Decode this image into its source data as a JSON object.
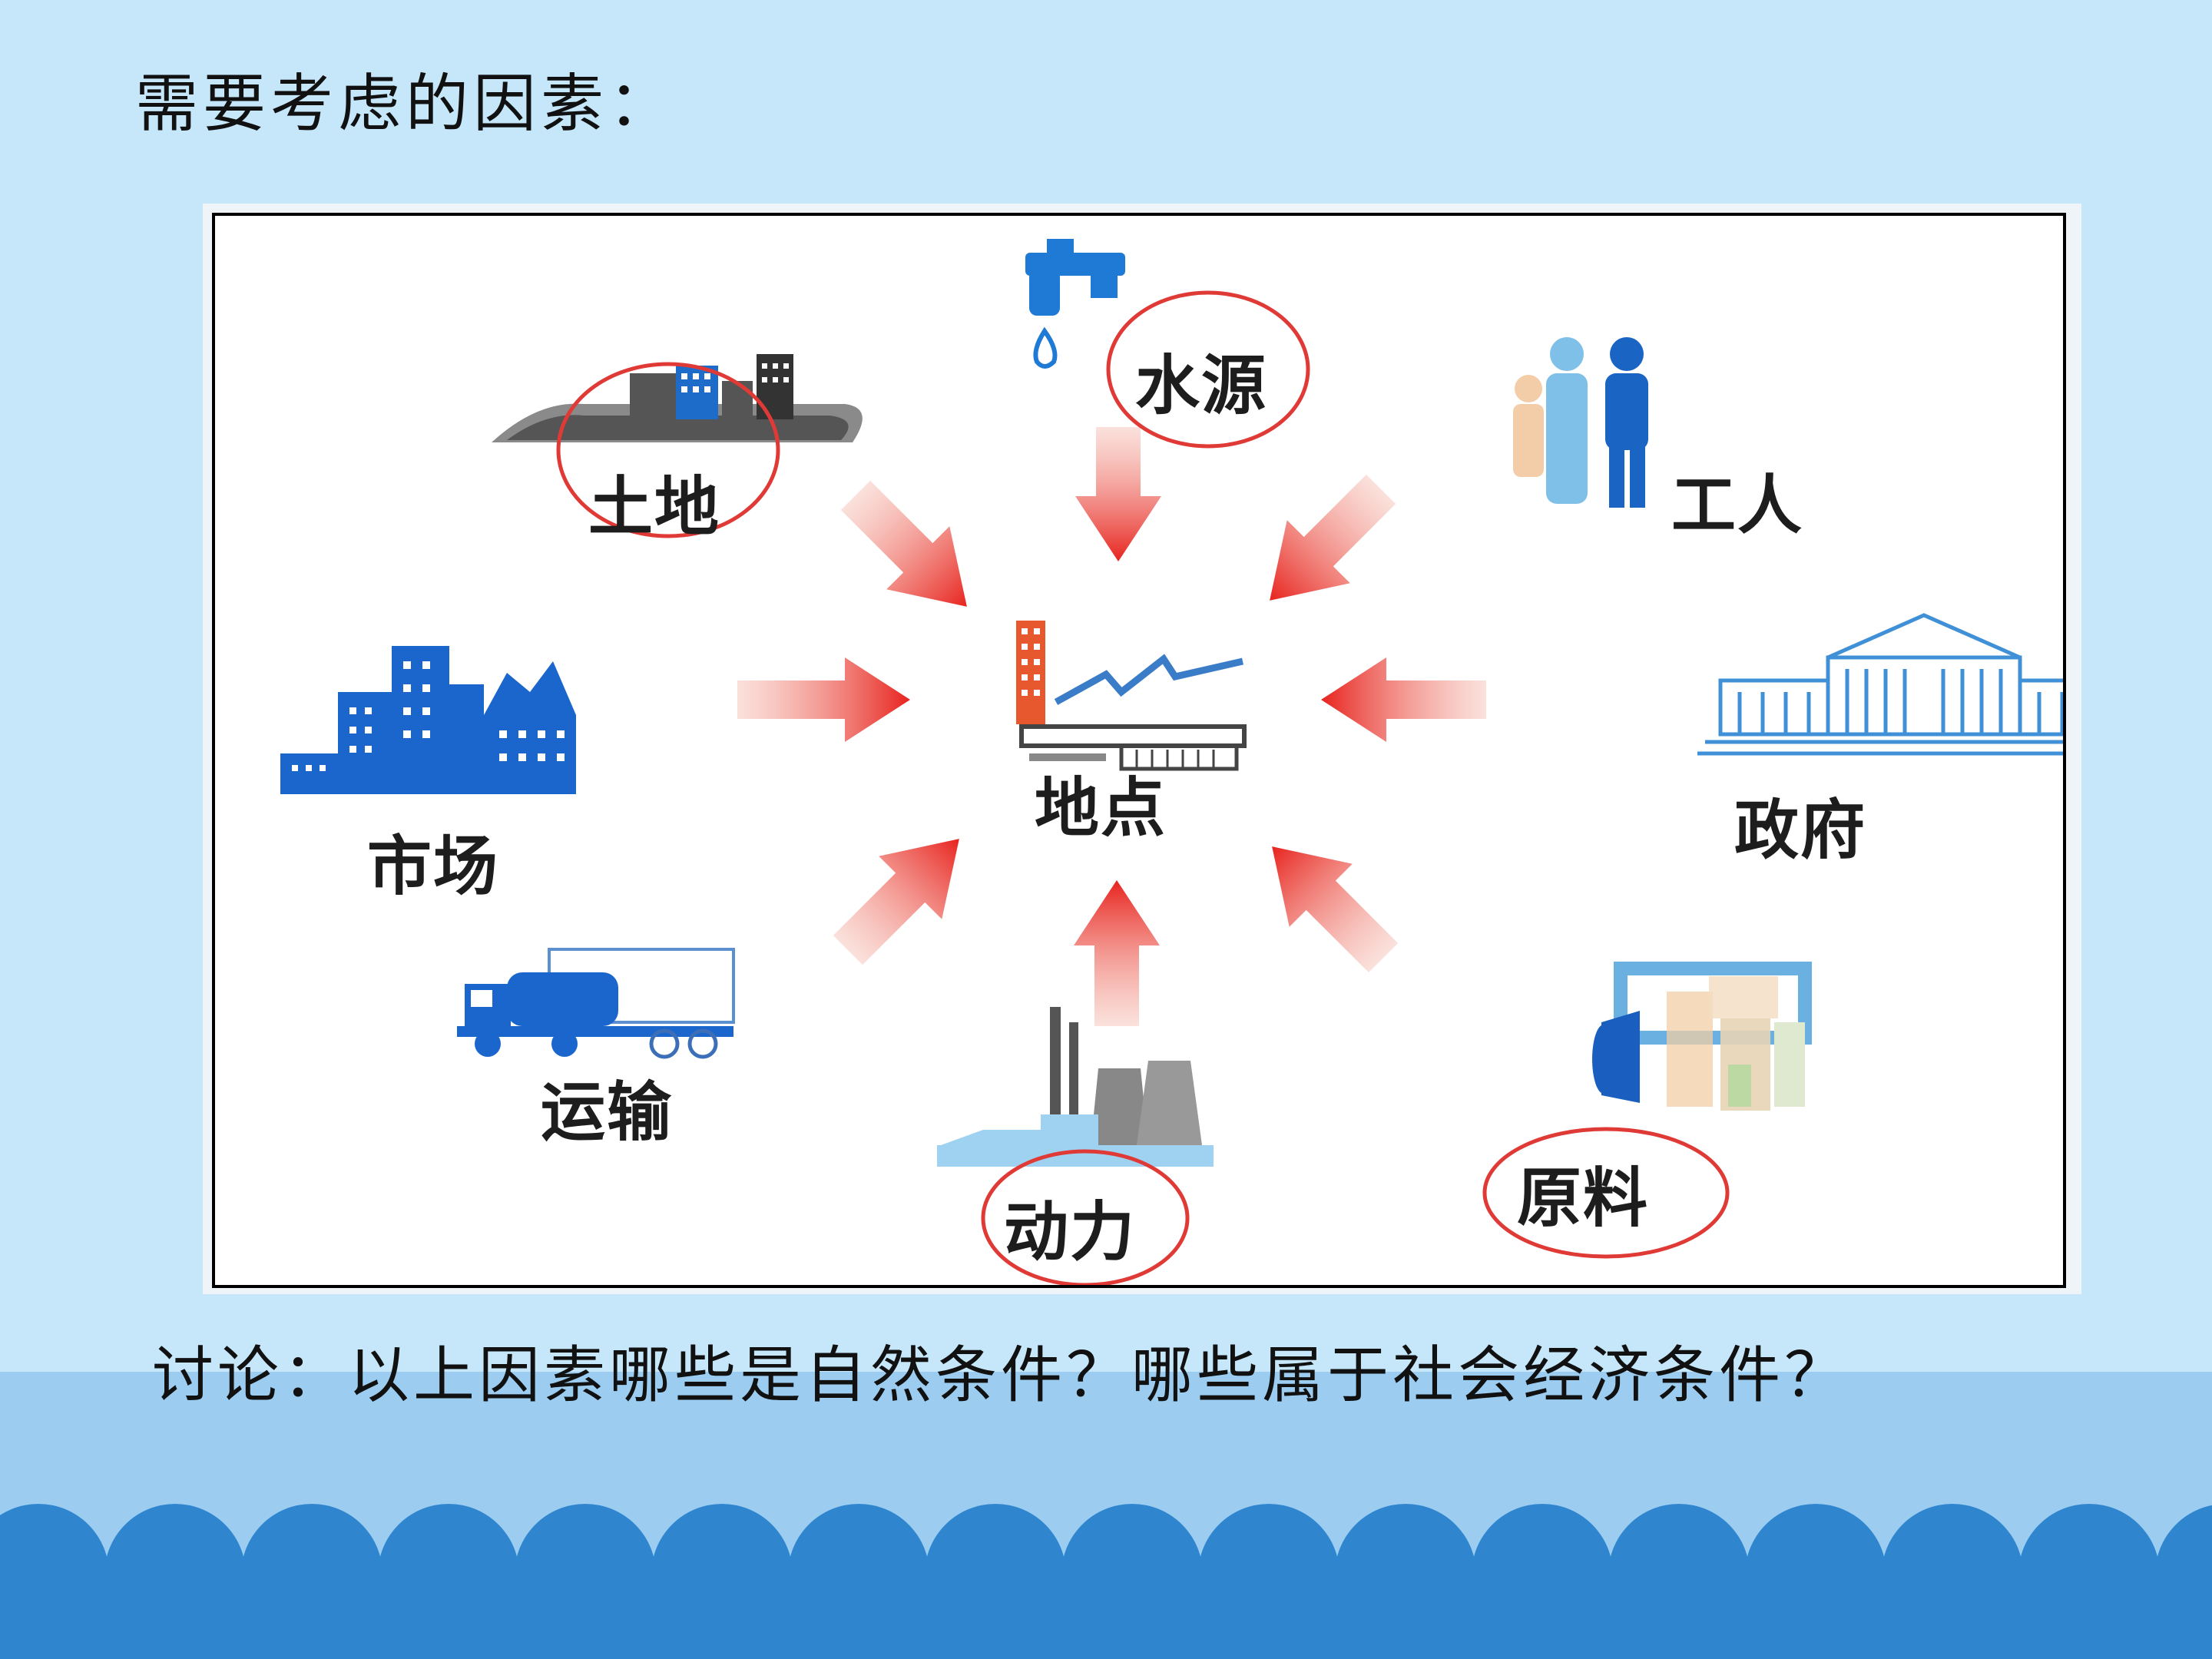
{
  "heading": "需要考虑的因素：",
  "diagram": {
    "center": "地点",
    "factors": {
      "land": "土地",
      "water": "水源",
      "workers": "工人",
      "government": "政府",
      "market": "市场",
      "transport": "运输",
      "power": "动力",
      "materials": "原料"
    },
    "circled": [
      "土地",
      "水源",
      "动力",
      "原料"
    ],
    "icons": [
      "land-city-icon",
      "water-tap-icon",
      "workers-icon",
      "government-building-icon",
      "market-city-icon",
      "transport-truck-icon",
      "power-plant-icon",
      "raw-materials-icon",
      "factory-icon"
    ]
  },
  "question": "讨论：以上因素哪些是自然条件？哪些属于社会经济条件？",
  "colors": {
    "background": "#c6e6fa",
    "lower_band": "#9ccdf0",
    "waves": "#2f86cf",
    "arrow": "#e8231e",
    "circle": "#e03a36",
    "icon_blue": "#1f6fd1"
  }
}
